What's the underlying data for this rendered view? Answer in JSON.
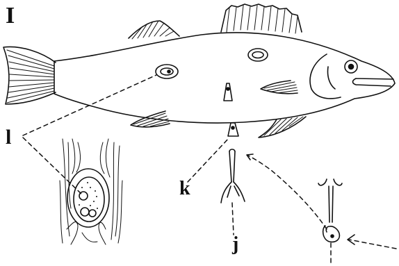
{
  "figure": {
    "plate_number": "I",
    "labels": {
      "l": "l",
      "k": "k",
      "j": "j"
    },
    "colors": {
      "ink": "#111111",
      "paper": "#ffffff"
    }
  }
}
